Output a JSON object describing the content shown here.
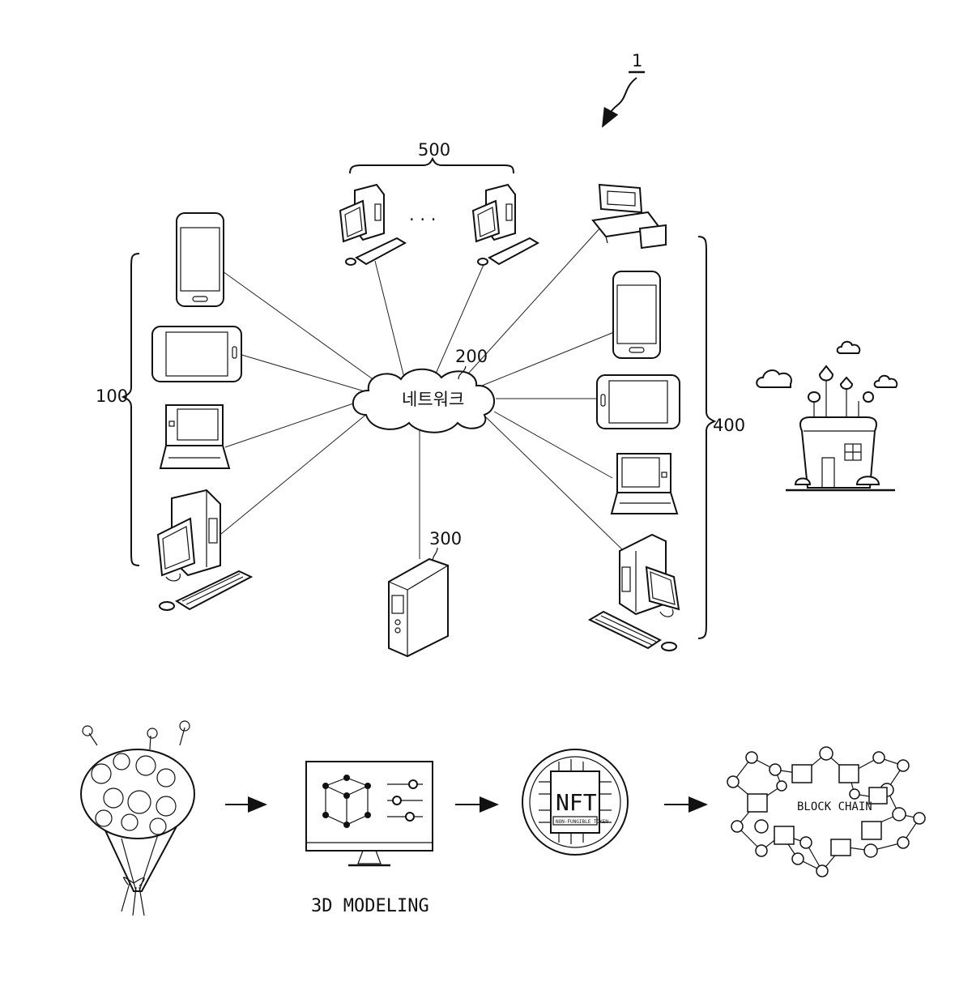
{
  "figure_ref": "1",
  "refs": {
    "user_terminals": "100",
    "network": "200",
    "server": "300",
    "seller_terminals": "400",
    "external_terminals": "500"
  },
  "network_label": "네트워크",
  "ellipsis": "· · ·",
  "flow": {
    "modeling_label": "3D MODELING",
    "nft_text": "NFT",
    "nft_subtext": "NON-FUNGIBLE TOKEN",
    "blockchain_label": "BLOCK CHAIN"
  }
}
